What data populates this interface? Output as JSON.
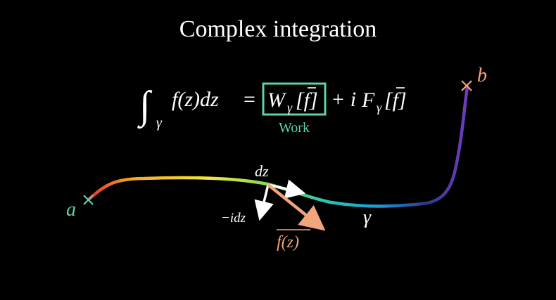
{
  "title": "Complex integration",
  "equation": {
    "integral_sign": "∫",
    "subscript_gamma": "γ",
    "lhs": "f(z)dz",
    "equals": "=",
    "work_term_W": "W",
    "work_term_bracket": "[f]",
    "plus_i": "+ i",
    "flux_term_F": "F",
    "flux_term_bracket": "[f]",
    "work_label": "Work"
  },
  "points": {
    "start_label": "a",
    "end_label": "b",
    "curve_label": "γ"
  },
  "vectors": {
    "dz_label": "dz",
    "minus_idz_label": "−idz",
    "fbar_label": "f(z)"
  },
  "colors": {
    "background": "#000000",
    "teal": "#5fd0b0",
    "peach": "#f2a47c",
    "white": "#ffffff",
    "curve_gradient": [
      "#e8242a",
      "#f5a623",
      "#f2e83a",
      "#7ed957",
      "#2bc7b0",
      "#1b9ad6",
      "#2a3a8f",
      "#5b3aa8",
      "#7a3cc2"
    ]
  }
}
